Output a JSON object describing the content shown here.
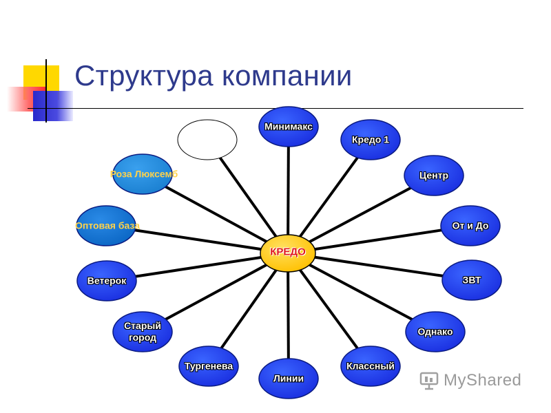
{
  "title": "Структура компании",
  "center": "КРЕДО",
  "nodes": [
    {
      "label": "Минимакс",
      "style": "blue"
    },
    {
      "label": "Кредо 1",
      "style": "blue"
    },
    {
      "label": "Центр",
      "style": "blue"
    },
    {
      "label": "От и До",
      "style": "blue"
    },
    {
      "label": "ЗВТ",
      "style": "blue"
    },
    {
      "label": "Однако",
      "style": "blue"
    },
    {
      "label": "Классный",
      "style": "blue"
    },
    {
      "label": "Линии",
      "style": "blue"
    },
    {
      "label": "Тургенева",
      "style": "blue"
    },
    {
      "label": "Старый город",
      "style": "blue"
    },
    {
      "label": "Ветерок",
      "style": "blue"
    },
    {
      "label": "Оптовая база",
      "style": "dark-blue"
    },
    {
      "label": "Роза Люксемб",
      "style": "teal"
    },
    {
      "label": "",
      "style": "white"
    }
  ],
  "colors": {
    "node_blue": "#1a2fe0",
    "node_dark_blue": "#0b66c4",
    "node_teal": "#1a7fd0",
    "center_fill": "#ffc000",
    "spoke": "#000000",
    "title": "#2e3a8c"
  },
  "watermark": "MyShared"
}
